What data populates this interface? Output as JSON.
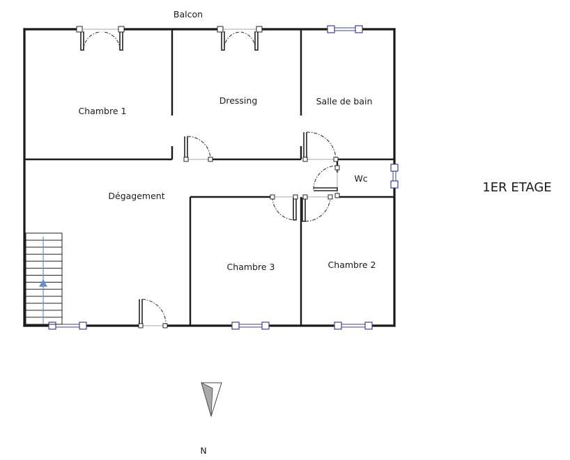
{
  "plan": {
    "level_title": "1ER ETAGE",
    "north_label": "N",
    "rooms": {
      "balcon": "Balcon",
      "chambre1": "Chambre 1",
      "dressing": "Dressing",
      "salle_de_bain": "Salle de bain",
      "degagement": "Dégagement",
      "wc": "Wc",
      "chambre3": "Chambre 3",
      "chambre2": "Chambre 2"
    },
    "colors": {
      "wall": "#1a1a1a",
      "window": "#40408a",
      "stair_arrow": "#6a8fd0",
      "north_arrow": "#999999"
    }
  }
}
